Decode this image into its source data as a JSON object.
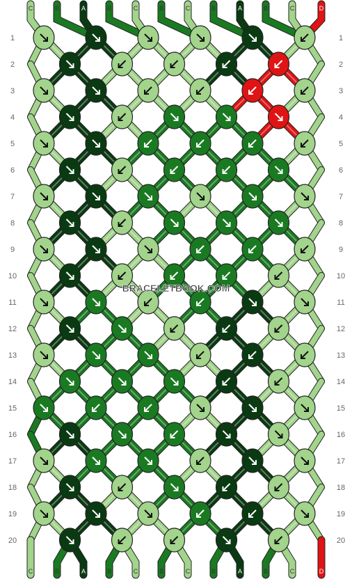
{
  "watermark": "BRACELETBOOK.COM",
  "top_strand_labels": [
    "C",
    "B",
    "A",
    "B",
    "C",
    "B",
    "C",
    "B",
    "A",
    "B",
    "C",
    "D"
  ],
  "bottom_strand_labels": [
    "C",
    "B",
    "A",
    "B",
    "C",
    "B",
    "C",
    "B",
    "A",
    "B",
    "C",
    "D"
  ],
  "row_numbers": [
    "1",
    "2",
    "3",
    "4",
    "5",
    "6",
    "7",
    "8",
    "9",
    "10",
    "11",
    "12",
    "13",
    "14",
    "15",
    "16",
    "17",
    "18",
    "19",
    "20"
  ],
  "colors": {
    "A": "#0a3a12",
    "B": "#1a7a22",
    "C": "#a2d48c",
    "D": "#e01414",
    "outline": "#222222",
    "row_label": "#666666",
    "background": "#ffffff"
  },
  "knot_rows": [
    {
      "row": "1",
      "knots": [
        {
          "c": "C",
          "d": "R"
        },
        {
          "c": "A",
          "d": "R"
        },
        {
          "c": "C",
          "d": "R"
        },
        {
          "c": "C",
          "d": "R"
        },
        {
          "c": "A",
          "d": "R"
        },
        {
          "c": "C",
          "d": "L"
        }
      ]
    },
    {
      "row": "2",
      "knots": [
        {
          "c": "A",
          "d": "R"
        },
        {
          "c": "C",
          "d": "L"
        },
        {
          "c": "C",
          "d": "L"
        },
        {
          "c": "A",
          "d": "L"
        },
        {
          "c": "D",
          "d": "L"
        }
      ]
    },
    {
      "row": "3",
      "knots": [
        {
          "c": "C",
          "d": "R"
        },
        {
          "c": "A",
          "d": "R"
        },
        {
          "c": "C",
          "d": "L"
        },
        {
          "c": "C",
          "d": "L"
        },
        {
          "c": "D",
          "d": "L"
        },
        {
          "c": "C",
          "d": "L"
        }
      ]
    },
    {
      "row": "4",
      "knots": [
        {
          "c": "A",
          "d": "R"
        },
        {
          "c": "C",
          "d": "L"
        },
        {
          "c": "B",
          "d": "R"
        },
        {
          "c": "B",
          "d": "R"
        },
        {
          "c": "D",
          "d": "R"
        }
      ]
    },
    {
      "row": "5",
      "knots": [
        {
          "c": "C",
          "d": "R"
        },
        {
          "c": "A",
          "d": "R"
        },
        {
          "c": "B",
          "d": "L"
        },
        {
          "c": "B",
          "d": "L"
        },
        {
          "c": "B",
          "d": "L"
        },
        {
          "c": "C",
          "d": "L"
        }
      ]
    },
    {
      "row": "6",
      "knots": [
        {
          "c": "A",
          "d": "R"
        },
        {
          "c": "C",
          "d": "L"
        },
        {
          "c": "B",
          "d": "L"
        },
        {
          "c": "B",
          "d": "L"
        },
        {
          "c": "B",
          "d": "R"
        }
      ]
    },
    {
      "row": "7",
      "knots": [
        {
          "c": "C",
          "d": "R"
        },
        {
          "c": "A",
          "d": "R"
        },
        {
          "c": "B",
          "d": "R"
        },
        {
          "c": "C",
          "d": "R"
        },
        {
          "c": "B",
          "d": "R"
        },
        {
          "c": "C",
          "d": "R"
        }
      ]
    },
    {
      "row": "8",
      "knots": [
        {
          "c": "A",
          "d": "R"
        },
        {
          "c": "C",
          "d": "L"
        },
        {
          "c": "B",
          "d": "R"
        },
        {
          "c": "B",
          "d": "R"
        },
        {
          "c": "B",
          "d": "R"
        }
      ]
    },
    {
      "row": "9",
      "knots": [
        {
          "c": "C",
          "d": "R"
        },
        {
          "c": "A",
          "d": "R"
        },
        {
          "c": "C",
          "d": "R"
        },
        {
          "c": "B",
          "d": "L"
        },
        {
          "c": "B",
          "d": "L"
        },
        {
          "c": "C",
          "d": "L"
        }
      ]
    },
    {
      "row": "10",
      "knots": [
        {
          "c": "A",
          "d": "R"
        },
        {
          "c": "C",
          "d": "L"
        },
        {
          "c": "B",
          "d": "L"
        },
        {
          "c": "B",
          "d": "L"
        },
        {
          "c": "C",
          "d": "L"
        }
      ]
    },
    {
      "row": "11",
      "knots": [
        {
          "c": "C",
          "d": "R"
        },
        {
          "c": "B",
          "d": "R"
        },
        {
          "c": "C",
          "d": "L"
        },
        {
          "c": "B",
          "d": "L"
        },
        {
          "c": "A",
          "d": "R"
        },
        {
          "c": "C",
          "d": "R"
        }
      ]
    },
    {
      "row": "12",
      "knots": [
        {
          "c": "A",
          "d": "R"
        },
        {
          "c": "B",
          "d": "R"
        },
        {
          "c": "C",
          "d": "L"
        },
        {
          "c": "A",
          "d": "L"
        },
        {
          "c": "C",
          "d": "L"
        }
      ]
    },
    {
      "row": "13",
      "knots": [
        {
          "c": "C",
          "d": "R"
        },
        {
          "c": "B",
          "d": "R"
        },
        {
          "c": "B",
          "d": "R"
        },
        {
          "c": "C",
          "d": "L"
        },
        {
          "c": "A",
          "d": "L"
        },
        {
          "c": "C",
          "d": "L"
        }
      ]
    },
    {
      "row": "14",
      "knots": [
        {
          "c": "B",
          "d": "R"
        },
        {
          "c": "B",
          "d": "R"
        },
        {
          "c": "B",
          "d": "R"
        },
        {
          "c": "A",
          "d": "L"
        },
        {
          "c": "C",
          "d": "L"
        }
      ]
    },
    {
      "row": "15",
      "knots": [
        {
          "c": "B",
          "d": "R"
        },
        {
          "c": "B",
          "d": "L"
        },
        {
          "c": "B",
          "d": "L"
        },
        {
          "c": "C",
          "d": "R"
        },
        {
          "c": "A",
          "d": "R"
        },
        {
          "c": "C",
          "d": "R"
        }
      ]
    },
    {
      "row": "16",
      "knots": [
        {
          "c": "A",
          "d": "R"
        },
        {
          "c": "B",
          "d": "R"
        },
        {
          "c": "B",
          "d": "L"
        },
        {
          "c": "A",
          "d": "R"
        },
        {
          "c": "C",
          "d": "R"
        }
      ]
    },
    {
      "row": "17",
      "knots": [
        {
          "c": "C",
          "d": "R"
        },
        {
          "c": "B",
          "d": "R"
        },
        {
          "c": "B",
          "d": "R"
        },
        {
          "c": "C",
          "d": "L"
        },
        {
          "c": "A",
          "d": "R"
        },
        {
          "c": "C",
          "d": "R"
        }
      ]
    },
    {
      "row": "18",
      "knots": [
        {
          "c": "A",
          "d": "R"
        },
        {
          "c": "C",
          "d": "L"
        },
        {
          "c": "B",
          "d": "R"
        },
        {
          "c": "A",
          "d": "L"
        },
        {
          "c": "C",
          "d": "L"
        }
      ]
    },
    {
      "row": "19",
      "knots": [
        {
          "c": "C",
          "d": "R"
        },
        {
          "c": "A",
          "d": "R"
        },
        {
          "c": "C",
          "d": "R"
        },
        {
          "c": "B",
          "d": "L"
        },
        {
          "c": "A",
          "d": "L"
        },
        {
          "c": "C",
          "d": "R"
        }
      ]
    },
    {
      "row": "20",
      "knots": [
        {
          "c": "A",
          "d": "R"
        },
        {
          "c": "C",
          "d": "L"
        },
        {
          "c": "C",
          "d": "L"
        },
        {
          "c": "A",
          "d": "R"
        },
        {
          "c": "C",
          "d": "L"
        }
      ]
    }
  ]
}
